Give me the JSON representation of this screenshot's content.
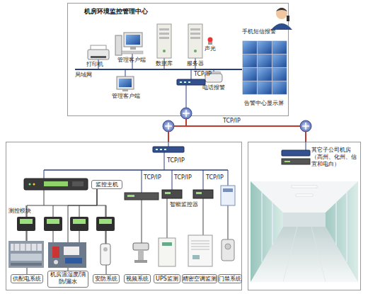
{
  "diagram": {
    "nodes": [
      {
        "text": [
          "机房环境监控管理中心"
        ]
      },
      {
        "text": [
          "TCP/IP"
        ]
      },
      {
        "text": [
          "监控主机"
        ],
        "in": 1
      },
      {
        "text": [
          "供配电系统"
        ],
        "in": 1
      },
      {
        "text": [
          "机房温湿度/消防/漏水"
        ],
        "in": 1
      },
      {
        "text": [
          "安防系统"
        ],
        "in": 1
      },
      {
        "text": [
          "视频系统"
        ],
        "in": 1
      },
      {
        "text": [
          "UPS监测"
        ],
        "in": 1
      },
      {
        "text": [
          "精密空调监测"
        ],
        "in": 1
      },
      {
        "text": [
          "门禁系统"
        ],
        "in": 1
      },
      {
        "text": [
          "其它子公司机房（高州、化州、信宜和电白）"
        ]
      }
    ],
    "edges": [
      {
        "from": 0,
        "to": 1,
        "label": "TCP/IP",
        "arrow": "none"
      },
      {
        "from": 0,
        "to": 10,
        "arrow": "none"
      },
      {
        "from": 2,
        "to": 3,
        "arrow": "none"
      },
      {
        "from": 2,
        "to": 4,
        "arrow": "none"
      },
      {
        "from": 2,
        "to": 5,
        "arrow": "none"
      }
    ],
    "labels": [
      "打印机",
      "管理客户端",
      "数据库",
      "服务器",
      "声光",
      "电话报警",
      "手机短信报警",
      "告警中心显示屏",
      "局域网",
      "TCP/IP",
      "管理客户端",
      "测控模块",
      "TCP/IP",
      "TCP/IP",
      "TCP/IP",
      "智能监控器"
    ]
  }
}
